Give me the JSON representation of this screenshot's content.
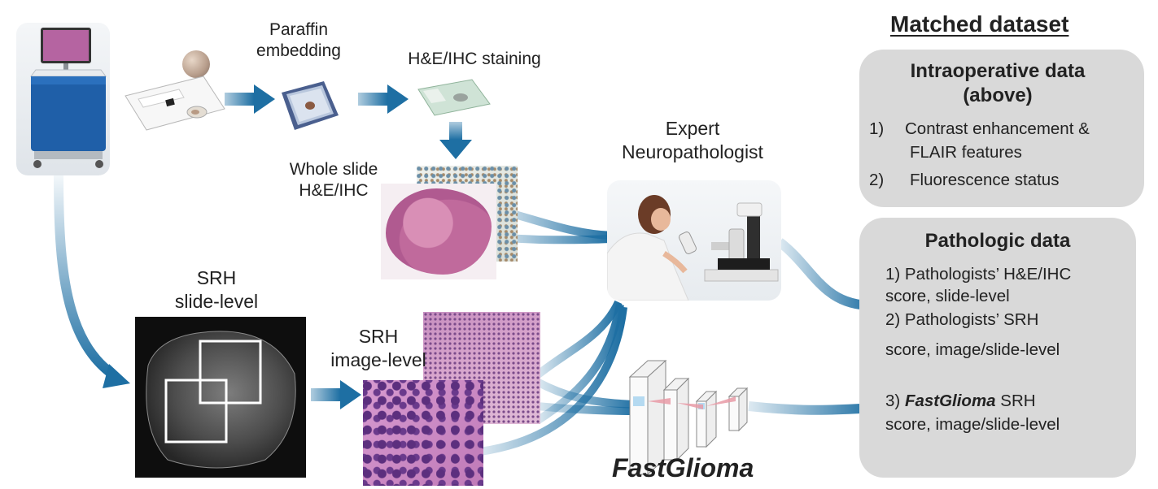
{
  "steps": {
    "paraffin": [
      "Paraffin",
      "embedding"
    ],
    "staining": "H&E/IHC staining",
    "whole_slide": [
      "Whole slide",
      "H&E/IHC"
    ],
    "expert": [
      "Expert",
      "Neuropathologist"
    ],
    "srh_slide": [
      "SRH",
      "slide-level"
    ],
    "srh_image": [
      "SRH",
      "image-level"
    ],
    "model": "FastGlioma"
  },
  "matched": {
    "title": "Matched dataset",
    "intraop": {
      "title": [
        "Intraoperative data",
        "(above)"
      ],
      "items": [
        {
          "num": "1)",
          "lines": [
            "Contrast enhancement &",
            "FLAIR features"
          ]
        },
        {
          "num": "2)",
          "lines": [
            "Fluorescence status"
          ]
        }
      ]
    },
    "patho": {
      "title": "Pathologic data",
      "items": [
        {
          "lines": [
            "1) Pathologists’ H&E/IHC",
            "score, slide-level"
          ]
        },
        {
          "lines": [
            "2) Pathologists’ SRH",
            "score, image/slide-level"
          ]
        },
        {
          "prefix": "3) ",
          "bold": "FastGlioma",
          "rest": " SRH",
          "line2": "score, image/slide-level"
        }
      ]
    }
  },
  "colors": {
    "flow_blue": "#1e6fa3",
    "panel_gray": "#d9d9d9",
    "he_pink": "#c9689a",
    "srh_purple": "#8e4e9e",
    "cart_blue": "#1f5fa8"
  }
}
